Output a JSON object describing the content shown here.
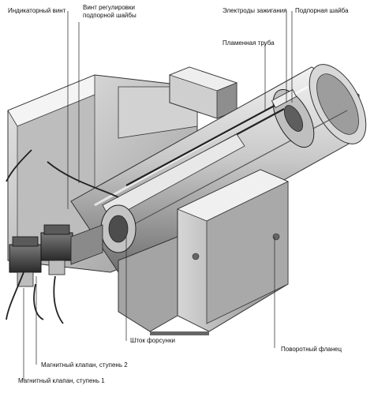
{
  "labels": {
    "indicator_screw": "Индикаторный винт",
    "adjust_screw": "Винт регулировки\nподпорной шайбы",
    "ignition_electrodes": "Электроды зажигания",
    "baffle_disc": "Подпорная шайба",
    "flame_tube": "Пламенная труба",
    "nozzle_rod": "Шток форсунки",
    "swivel_flange": "Поворотный фланец",
    "solenoid_stage2": "Магнитный клапан, ступень 2",
    "solenoid_stage1": "Магнитный клапан, ступень 1"
  }
}
